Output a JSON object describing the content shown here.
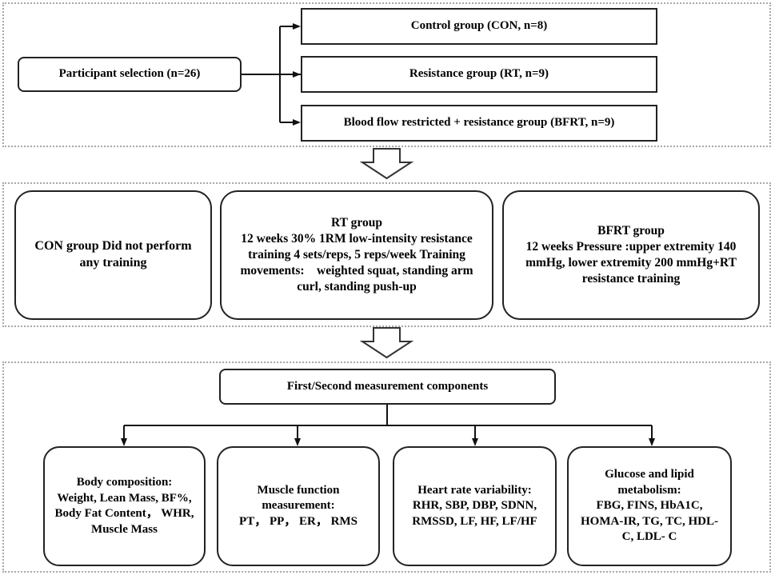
{
  "top": {
    "participant": "Participant selection (n=26)",
    "groups": [
      "Control group (CON, n=8)",
      "Resistance group (RT, n=9)",
      "Blood flow restricted + resistance group (BFRT, n=9)"
    ]
  },
  "middle": {
    "con": "CON group Did not perform any training",
    "rt": {
      "title": "RT group",
      "body": "12 weeks 30% 1RM low-intensity resistance training 4 sets/reps, 5 reps/week Training movements:　weighted squat, standing arm curl, standing push-up"
    },
    "bfrt": {
      "title": "BFRT group",
      "body": "12 weeks Pressure :upper extremity 140 mmHg, lower extremity 200 mmHg+RT resistance training"
    }
  },
  "bottom": {
    "measure": "First/Second measurement components",
    "items": [
      {
        "title": "Body composition:",
        "body": "Weight, Lean Mass, BF%, Body Fat Content， WHR, Muscle Mass"
      },
      {
        "title": "Muscle function measurement:",
        "body": "PT， PP， ER， RMS"
      },
      {
        "title": "Heart rate variability:",
        "body": "RHR, SBP, DBP, SDNN, RMSSD, LF, HF, LF/HF"
      },
      {
        "title": "Glucose and lipid metabolism:",
        "body": "FBG, FINS, HbA1C, HOMA-IR, TG, TC, HDL- C, LDL- C"
      }
    ]
  }
}
